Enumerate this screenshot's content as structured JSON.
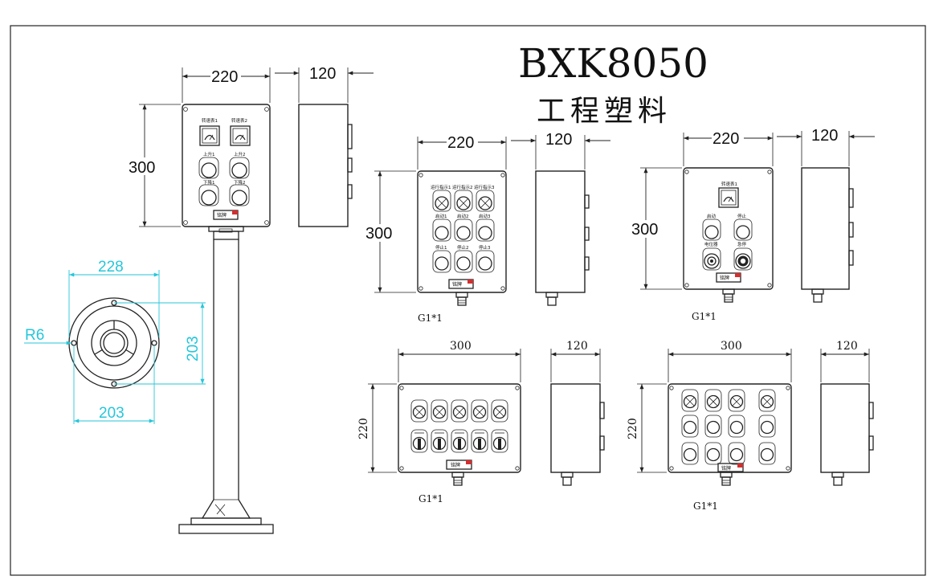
{
  "title": "BXK8050",
  "subtitle": "工程塑料",
  "left_unit": {
    "width": "220",
    "depth": "120",
    "height": "300",
    "labels": [
      "转速表1",
      "转速表2",
      "上升1",
      "上升2",
      "下降1",
      "下降2"
    ],
    "nameplate": "铭牌"
  },
  "flange": {
    "outer_dia": "228",
    "bolt_spacing_h": "203",
    "bolt_spacing_v": "203",
    "radius": "R6"
  },
  "mid_unit": {
    "width": "220",
    "depth": "120",
    "height": "300",
    "labels": [
      "运行指示1",
      "运行指示2",
      "运行指示3",
      "启动1",
      "启动2",
      "启动3",
      "停止1",
      "停止2",
      "停止3"
    ],
    "nameplate": "铭牌",
    "gland": "G1*1"
  },
  "right_unit": {
    "width": "220",
    "depth": "120",
    "height": "300",
    "labels": [
      "转速表1",
      "启动",
      "停止",
      "电位器",
      "急停"
    ],
    "nameplate": "铭牌",
    "gland": "G1*1"
  },
  "bottom_left_unit": {
    "width": "300",
    "depth": "120",
    "height": "220",
    "nameplate": "铭牌",
    "gland": "G1*1"
  },
  "bottom_right_unit": {
    "width": "300",
    "depth": "120",
    "height": "220",
    "nameplate": "铭牌",
    "gland": "G1*1"
  },
  "colors": {
    "line": "#222222",
    "flange_dim": "#26c6da",
    "stop_tag": "#d32f2f"
  }
}
